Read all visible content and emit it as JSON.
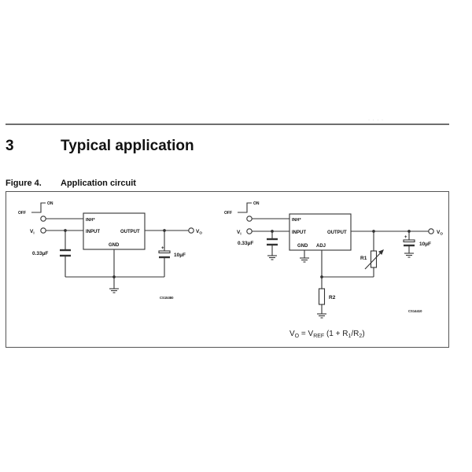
{
  "header": {
    "rule_marks": "· ·   · ·"
  },
  "section": {
    "number": "3",
    "title": "Typical application"
  },
  "figure": {
    "number": "Figure 4.",
    "title": "Application circuit"
  },
  "circuit_left": {
    "switch_off": "OFF",
    "switch_on": "ON",
    "input_label": "V",
    "input_sub": "I",
    "output_label": "V",
    "output_sub": "O",
    "chip_pins": {
      "inh": "INH*",
      "input": "INPUT",
      "output": "OUTPUT",
      "gnd": "GND"
    },
    "cap_in": "0.33µF",
    "cap_out": "10µF",
    "cap_out_polarity": "+",
    "drawing_code": "CS15380"
  },
  "circuit_right": {
    "switch_off": "OFF",
    "switch_on": "ON",
    "input_label": "V",
    "input_sub": "I",
    "output_label": "V",
    "output_sub": "O",
    "chip_pins": {
      "inh": "INH*",
      "input": "INPUT",
      "output": "OUTPUT",
      "gnd": "GND",
      "adj": "ADJ"
    },
    "cap_in": "0.33µF",
    "cap_out": "10µF",
    "cap_out_polarity": "+",
    "resistor_1": "R1",
    "resistor_2": "R2",
    "drawing_code": "CS14410",
    "formula": {
      "vo": "V",
      "vo_sub": "O",
      "eq": " = V",
      "vref_sub": "REF",
      "paren_open": " (1 + R",
      "r1_sub": "1",
      "slash": "/R",
      "r2_sub": "2",
      "paren_close": ")"
    }
  }
}
